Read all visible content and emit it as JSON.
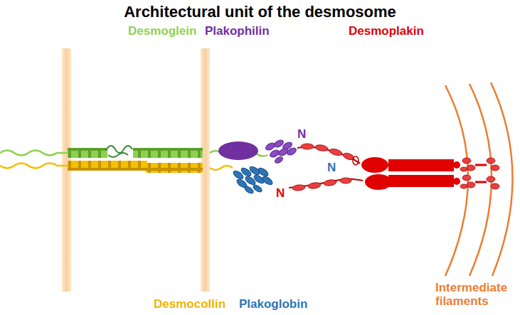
{
  "diagram": {
    "title": "Architectural unit of the desmosome",
    "labels": [
      "Desmoglein",
      "Plakophilin",
      "Desmoplakin",
      "N",
      "N",
      "N",
      "Desmocollin",
      "Plakoglobin",
      "Intermediate filaments"
    ]
  }
}
